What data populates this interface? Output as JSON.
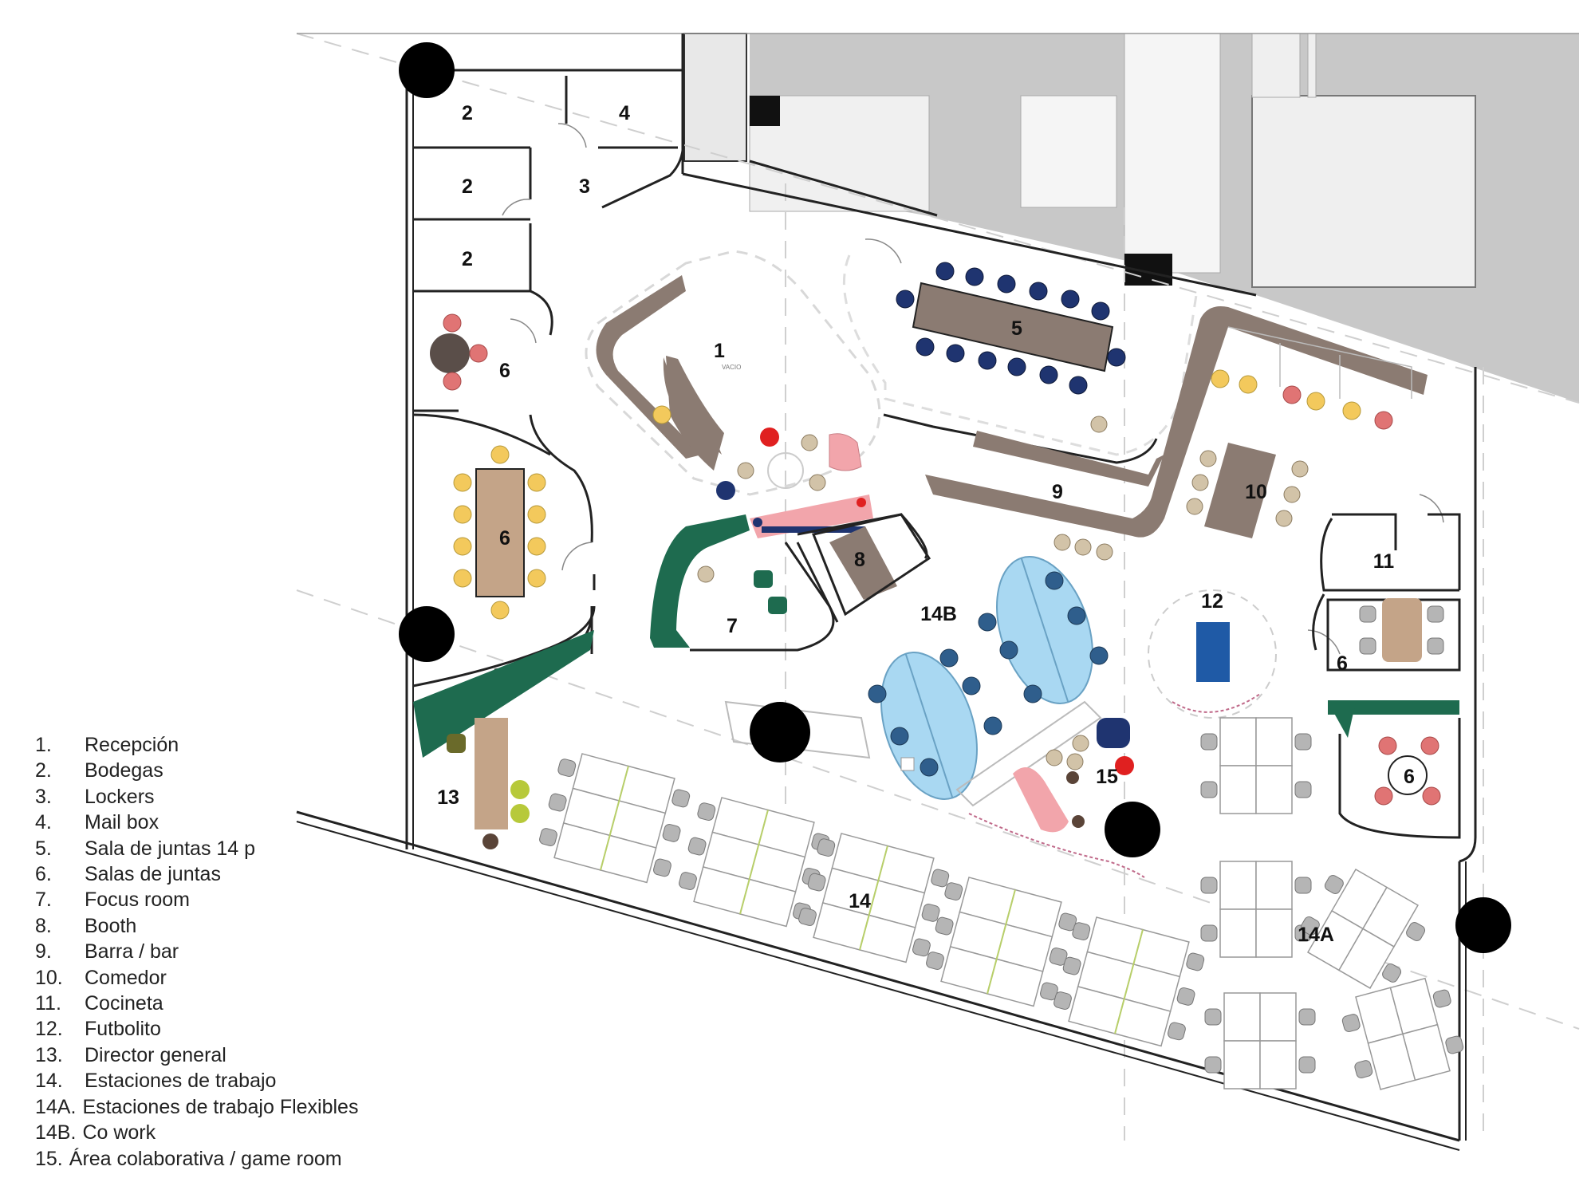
{
  "plan": {
    "rooms": [
      {
        "id": "2a",
        "label": "2"
      },
      {
        "id": "4",
        "label": "4"
      },
      {
        "id": "2b",
        "label": "2"
      },
      {
        "id": "3",
        "label": "3"
      },
      {
        "id": "2c",
        "label": "2"
      },
      {
        "id": "1",
        "label": "1"
      },
      {
        "id": "5",
        "label": "5"
      },
      {
        "id": "6a",
        "label": "6"
      },
      {
        "id": "6b",
        "label": "6"
      },
      {
        "id": "9",
        "label": "9"
      },
      {
        "id": "10",
        "label": "10"
      },
      {
        "id": "8",
        "label": "8"
      },
      {
        "id": "11",
        "label": "11"
      },
      {
        "id": "7",
        "label": "7"
      },
      {
        "id": "14B",
        "label": "14B"
      },
      {
        "id": "12",
        "label": "12"
      },
      {
        "id": "6c",
        "label": "6"
      },
      {
        "id": "6d",
        "label": "6"
      },
      {
        "id": "13",
        "label": "13"
      },
      {
        "id": "15",
        "label": "15"
      },
      {
        "id": "14",
        "label": "14"
      },
      {
        "id": "14A",
        "label": "14A"
      }
    ],
    "small_text": {
      "vacio": "VACIO"
    },
    "colors": {
      "wall": "#222222",
      "service_gray": "#c8c8c8",
      "wood": "#8b7b72",
      "table_wood": "#c4a488",
      "green": "#1e6b4f",
      "chair_yellow": "#f3c95c",
      "chair_navy": "#1f3470",
      "chair_blue": "#2f5e8c",
      "chair_red": "#e07474",
      "chair_gray": "#b5b5b5",
      "cowork_blue": "#a9d8f2",
      "pink": "#f2a5ab",
      "futbolito": "#1f5aa6",
      "column": "#000000"
    }
  },
  "legend": [
    {
      "num": "1.",
      "text": "Recepción"
    },
    {
      "num": "2.",
      "text": "Bodegas"
    },
    {
      "num": "3.",
      "text": "Lockers"
    },
    {
      "num": "4.",
      "text": "Mail box"
    },
    {
      "num": "5.",
      "text": "Sala de juntas 14 p"
    },
    {
      "num": "6.",
      "text": "Salas de juntas"
    },
    {
      "num": "7.",
      "text": "Focus room"
    },
    {
      "num": "8.",
      "text": "Booth"
    },
    {
      "num": "9.",
      "text": "Barra / bar"
    },
    {
      "num": "10.",
      "text": "Comedor"
    },
    {
      "num": "11.",
      "text": "Cocineta"
    },
    {
      "num": "12.",
      "text": "Futbolito"
    },
    {
      "num": "13.",
      "text": "Director general"
    },
    {
      "num": "14.",
      "text": "Estaciones de trabajo"
    },
    {
      "num": "14A.",
      "text": "Estaciones de trabajo Flexibles"
    },
    {
      "num": "14B.",
      "text": "Co work"
    },
    {
      "num": "15.",
      "text": "Área colaborativa / game room"
    }
  ]
}
